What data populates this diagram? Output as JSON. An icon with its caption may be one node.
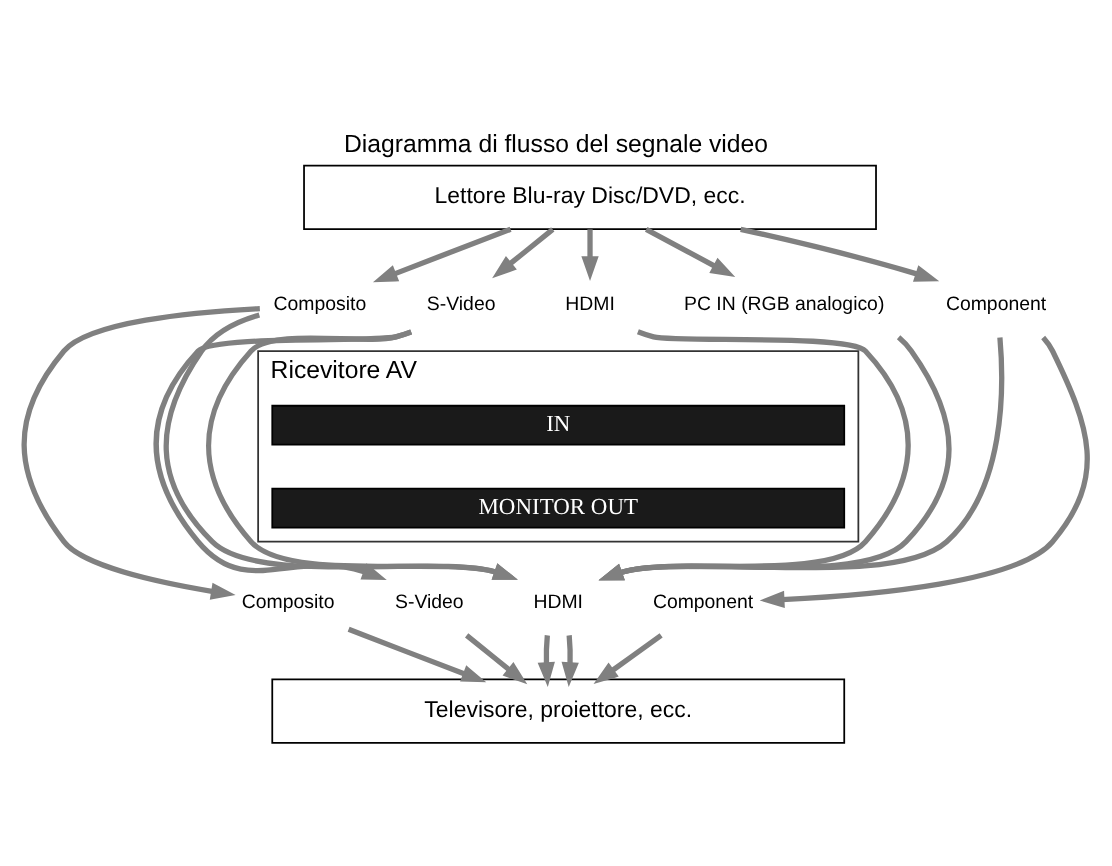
{
  "diagram": {
    "title": "Diagramma di flusso del segnale video",
    "nodes": [
      {
        "text": [
          "Lettore Blu-ray Disc/DVD, ecc."
        ]
      },
      {
        "text": [
          "Composito"
        ]
      },
      {
        "text": [
          "S-Video"
        ]
      },
      {
        "text": [
          "PC IN (RGB analogico)"
        ]
      },
      {
        "text": [
          "Component"
        ]
      },
      {
        "text": [
          "HDMI"
        ]
      },
      {
        "text": [
          "Ricevitore AV"
        ]
      },
      {
        "text": [
          "IN"
        ],
        "in": 6
      },
      {
        "text": [
          "MONITOR OUT"
        ],
        "in": 6
      },
      {
        "text": [
          "Composito"
        ]
      },
      {
        "text": [
          "S-Video"
        ]
      },
      {
        "text": [
          "Component"
        ]
      },
      {
        "text": [
          "HDMI"
        ]
      },
      {
        "text": [
          "Televisore, proiettore, ecc."
        ]
      }
    ],
    "edges": [
      {
        "from": 0,
        "to": 1,
        "arrow": "to"
      },
      {
        "from": 0,
        "to": 2,
        "arrow": "to"
      },
      {
        "from": 0,
        "to": 3,
        "arrow": "to"
      },
      {
        "from": 0,
        "to": 4,
        "arrow": "to"
      },
      {
        "from": 0,
        "to": 5,
        "arrow": "to"
      },
      {
        "from": 1,
        "to": 9,
        "arrow": "to"
      },
      {
        "from": 1,
        "to": 12,
        "arrow": "to"
      },
      {
        "from": 2,
        "to": 10,
        "arrow": "to"
      },
      {
        "from": 2,
        "to": 12,
        "arrow": "to"
      },
      {
        "from": 3,
        "to": 12,
        "arrow": "to"
      },
      {
        "from": 4,
        "to": 11,
        "arrow": "to"
      },
      {
        "from": 4,
        "to": 12,
        "arrow": "to"
      },
      {
        "from": 5,
        "to": 12,
        "arrow": "to"
      },
      {
        "from": 9,
        "to": 13,
        "arrow": "to"
      },
      {
        "from": 10,
        "to": 13,
        "arrow": "to"
      },
      {
        "from": 11,
        "to": 13,
        "arrow": "to"
      },
      {
        "from": 12,
        "to": 13,
        "arrow": "to"
      },
      {
        "from": 12,
        "to": 13,
        "arrow": "to"
      }
    ]
  }
}
